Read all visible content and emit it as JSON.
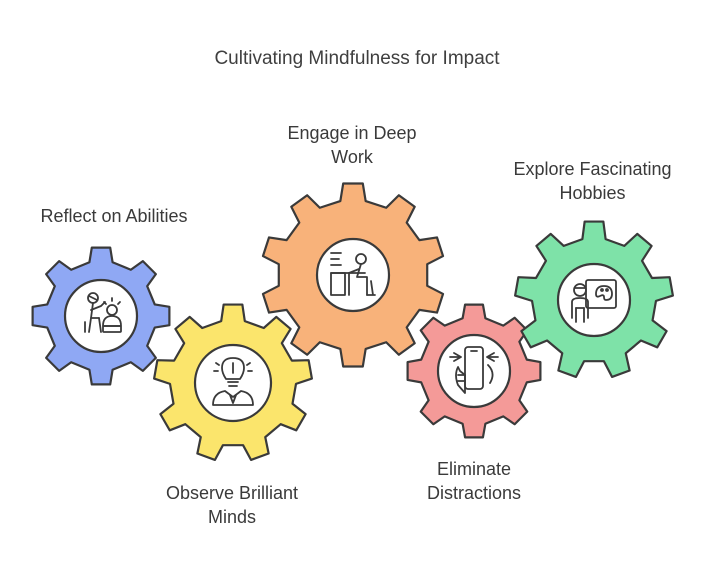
{
  "title": "Cultivating Mindfulness for Impact",
  "gears": [
    {
      "id": "reflect",
      "label_lines": [
        "Reflect on Abilities"
      ],
      "color": "#8fa8f4",
      "icon": "mentor-student-icon"
    },
    {
      "id": "observe",
      "label_lines": [
        "Observe Brilliant",
        "Minds"
      ],
      "color": "#fbe56c",
      "icon": "lightbulb-person-icon"
    },
    {
      "id": "engage",
      "label_lines": [
        "Engage in Deep",
        "Work"
      ],
      "color": "#f8b27a",
      "icon": "person-at-desk-icon"
    },
    {
      "id": "eliminate",
      "label_lines": [
        "Eliminate",
        "Distractions"
      ],
      "color": "#f49a98",
      "icon": "hand-phone-icon"
    },
    {
      "id": "explore",
      "label_lines": [
        "Explore Fascinating",
        "Hobbies"
      ],
      "color": "#7ee2a8",
      "icon": "painter-palette-icon"
    }
  ]
}
